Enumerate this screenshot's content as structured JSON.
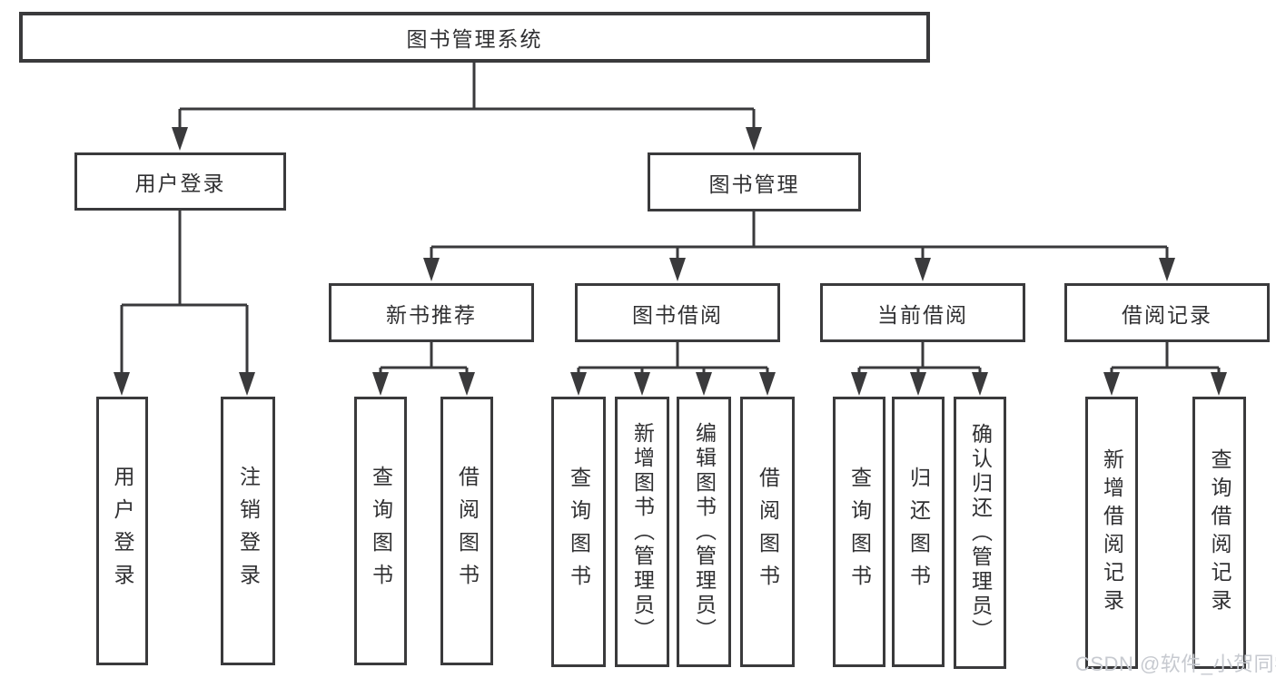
{
  "diagram": {
    "root": {
      "label": "图书管理系统"
    },
    "level2": [
      {
        "id": "user-login-branch",
        "label": "用户登录"
      },
      {
        "id": "book-management-branch",
        "label": "图书管理"
      }
    ],
    "level3": [
      {
        "id": "new-book-recommend",
        "label": "新书推荐"
      },
      {
        "id": "book-borrowing",
        "label": "图书借阅"
      },
      {
        "id": "current-borrowing",
        "label": "当前借阅"
      },
      {
        "id": "borrowing-records",
        "label": "借阅记录"
      }
    ],
    "leaves": {
      "user_login": [
        "用户登录",
        "注销登录"
      ],
      "new_book": [
        "查询图书",
        "借阅图书"
      ],
      "book_borrow": [
        "查询图书",
        "新增图书（管理员）",
        "编辑图书（管理员）",
        "借阅图书"
      ],
      "current_borrow": [
        "查询图书",
        "归还图书",
        "确认归还（管理员）"
      ],
      "borrow_records": [
        "新增借阅记录",
        "查询借阅记录"
      ]
    }
  },
  "watermark": {
    "text": "CSDN @软件_小贺同学"
  },
  "colors": {
    "line": "#3a3a3c",
    "box_border": "#3a3a3c",
    "text": "#303032",
    "watermark": "#c7cad0",
    "background": "#ffffff"
  }
}
